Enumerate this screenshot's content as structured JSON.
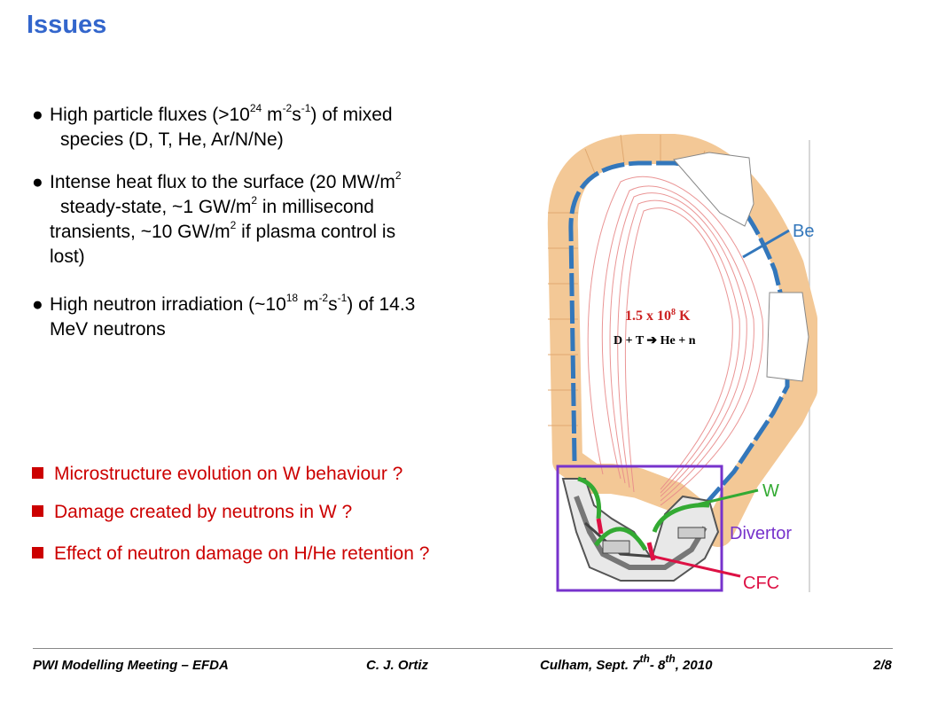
{
  "title": "Issues",
  "bullets": [
    {
      "line1_pre": "High particle fluxes (>10",
      "line1_sup1": "24",
      "line1_mid1": " m",
      "line1_sup2": "-2",
      "line1_mid2": "s",
      "line1_sup3": "-1",
      "line1_post": ") of mixed",
      "line2": "species (D, T, He, Ar/N/Ne)"
    },
    {
      "line1_pre": "Intense heat flux to the surface (20 MW/m",
      "line1_sup": "2",
      "line2_pre": "steady-state, ~1 GW/m",
      "line2_sup": "2",
      "line2_post": " in millisecond",
      "line3_pre": "transients, ~10 GW/m",
      "line3_sup": "2",
      "line3_post": " if plasma control is",
      "line4": "lost)"
    },
    {
      "line1_pre": "High neutron irradiation (~10",
      "line1_sup1": "18",
      "line1_mid1": " m",
      "line1_sup2": "-2",
      "line1_mid2": "s",
      "line1_sup3": "-1",
      "line1_post": ") of 14.3",
      "line2": "MeV neutrons"
    }
  ],
  "red_items": [
    "Microstructure evolution on W behaviour ?",
    "Damage created by neutrons in W ?",
    "Effect of neutron damage on H/He retention ?"
  ],
  "diagram": {
    "temp_pre": "1.5 x 10",
    "temp_sup": "8",
    "temp_post": " K",
    "reaction_left": "D + T",
    "reaction_right": "He + n",
    "label_be": "Be",
    "label_w": "W",
    "label_divertor": "Divertor",
    "label_cfc": "CFC",
    "colors": {
      "blue": "#3377bb",
      "green": "#33aa33",
      "red": "#dd1144",
      "purple": "#7733cc",
      "tile": "#f8d8b0"
    }
  },
  "footer": {
    "left": "PWI Modelling Meeting – EFDA",
    "center": "C. J. Ortiz",
    "right_pre": "Culham, Sept. 7",
    "right_sup1": "th",
    "right_mid": "- 8",
    "right_sup2": "th",
    "right_post": ", 2010",
    "page": "2/8"
  }
}
